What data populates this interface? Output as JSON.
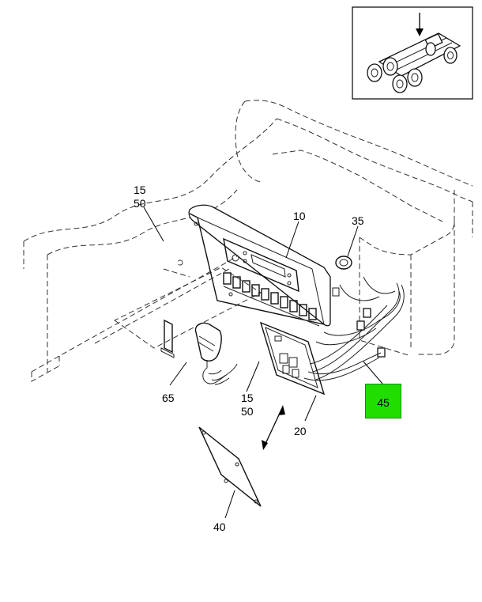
{
  "callouts": {
    "c15_top": "15",
    "c50_top": "50",
    "c10": "10",
    "c35": "35",
    "c65": "65",
    "c15_bot": "15",
    "c50_bot": "50",
    "c20": "20",
    "c45": "45",
    "c40": "40"
  },
  "highlight_color": "#22dd00"
}
